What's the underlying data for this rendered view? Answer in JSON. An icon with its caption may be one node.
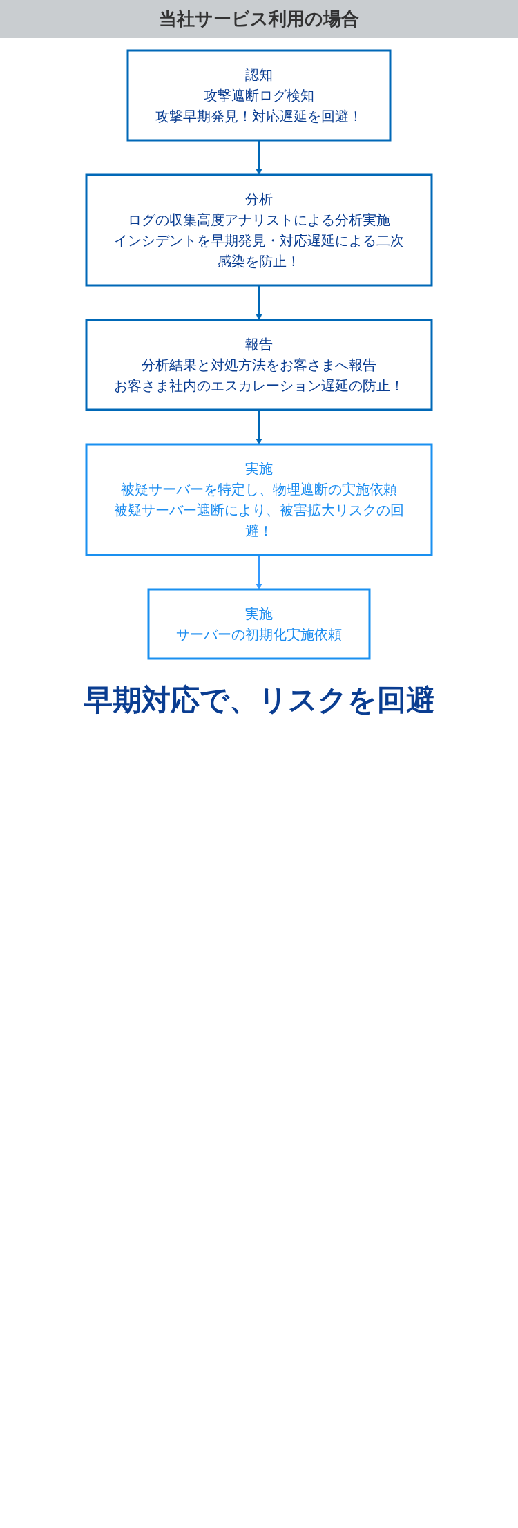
{
  "diagram": {
    "title": "当社サービス利用の場合",
    "nodes": [
      {
        "text": [
          "認知",
          "攻撃遮断ログ検知",
          "攻撃早期発見！対応遅延を回避！"
        ]
      },
      {
        "text": [
          "分析",
          "ログの収集高度アナリストによる分析実施",
          "インシデントを早期発見・対応遅延による二次感染を防止！"
        ]
      },
      {
        "text": [
          "報告",
          "分析結果と対処方法をお客さまへ報告",
          "お客さま社内のエスカレーション遅延の防止！"
        ]
      },
      {
        "text": [
          "実施",
          "被疑サーバーを特定し、物理遮断の実施依頼",
          "被疑サーバー遮断により、被害拡大リスクの回避！"
        ]
      },
      {
        "text": [
          "実施",
          "サーバーの初期化実施依頼"
        ]
      }
    ],
    "edges": [
      {
        "from": 0,
        "to": 1,
        "arrow": "to"
      },
      {
        "from": 1,
        "to": 2,
        "arrow": "to"
      },
      {
        "from": 2,
        "to": 3,
        "arrow": "to"
      },
      {
        "from": 3,
        "to": 4,
        "arrow": "to",
        "color": "#3399ff"
      }
    ],
    "caption": "早期対応で、リスクを回避"
  }
}
